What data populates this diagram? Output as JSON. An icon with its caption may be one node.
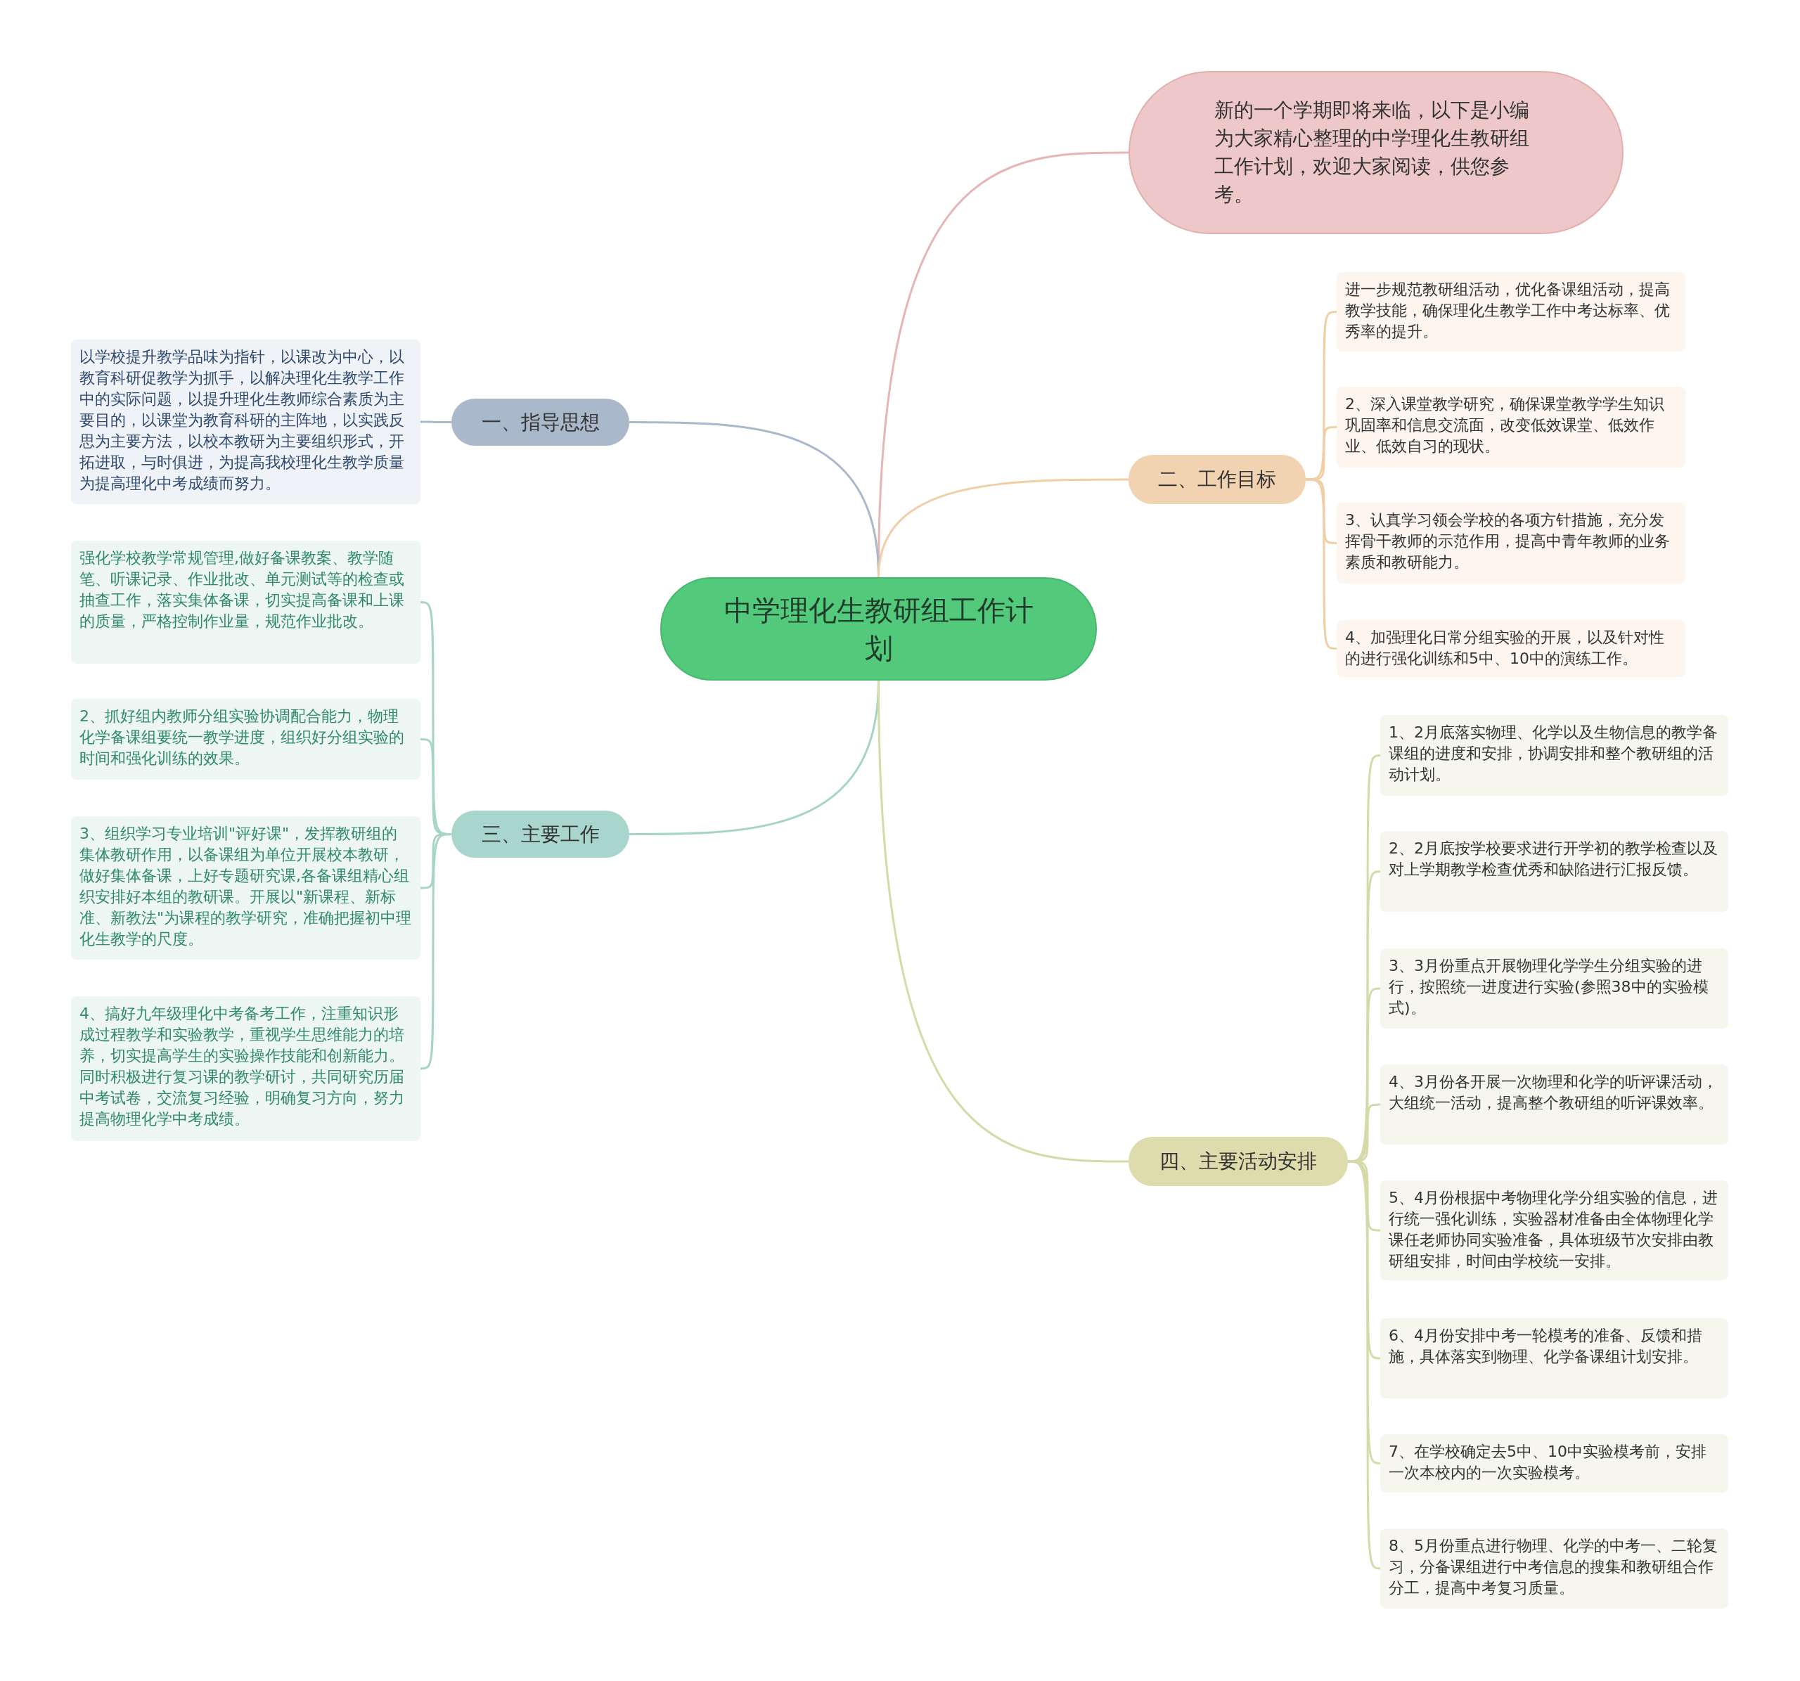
{
  "diagram": {
    "nodes": [
      {
        "text": [
          "中学理化生教研组工作计划"
        ]
      },
      {
        "text": [
          "新的一个学期即将来临，以下是小编为大家精心整理的中学理化生教研组工作计划，欢迎大家阅读，供您参考。"
        ]
      },
      {
        "text": [
          "一、指导思想"
        ]
      },
      {
        "text": [
          "以学校提升教学品味为指针，以课改为中心，以教育科研促教学为抓手，以解决理化生教学工作中的实际问题，以提升理化生教师综合素质为主要目的，以课堂为教育科研的主阵地，以实践反思为主要方法，以校本教研为主要组织形式，开拓进取，与时俱进，为提高我校理化生教学质量为提高理化中考成绩而努力。"
        ]
      },
      {
        "text": [
          "二、工作目标"
        ]
      },
      {
        "text": [
          "进一步规范教研组活动，优化备课组活动，提高教学技能，确保理化生教学工作中考达标率、优秀率的提升。"
        ]
      },
      {
        "text": [
          "2、深入课堂教学研究，确保课堂教学学生知识巩固率和信息交流面，改变低效课堂、低效作业、低效自习的现状。"
        ]
      },
      {
        "text": [
          "3、认真学习领会学校的各项方针措施，充分发挥骨干教师的示范作用，提高中青年教师的业务素质和教研能力。"
        ]
      },
      {
        "text": [
          "4、加强理化日常分组实验的开展，以及针对性的进行强化训练和5中、10中的演练工作。"
        ]
      },
      {
        "text": [
          "三、主要工作"
        ]
      },
      {
        "text": [
          "强化学校教学常规管理,做好备课教案、教学随笔、听课记录、作业批改、单元测试等的检查或抽查工作，落实集体备课，切实提高备课和上课的质量，严格控制作业量，规范作业批改。"
        ]
      },
      {
        "text": [
          "2、抓好组内教师分组实验协调配合能力，物理化学备课组要统一教学进度，组织好分组实验的时间和强化训练的效果。"
        ]
      },
      {
        "text": [
          "3、组织学习专业培训\"评好课\"，发挥教研组的集体教研作用，以备课组为单位开展校本教研，做好集体备课，上好专题研究课,各备课组精心组织安排好本组的教研课。开展以\"新课程、新标准、新教法\"为课程的教学研究，准确把握初中理化生教学的尺度。"
        ]
      },
      {
        "text": [
          "4、搞好九年级理化中考备考工作，注重知识形成过程教学和实验教学，重视学生思维能力的培养，切实提高学生的实验操作技能和创新能力。同时积极进行复习课的教学研讨，共同研究历届中考试卷，交流复习经验，明确复习方向，努力提高物理化学中考成绩。"
        ]
      },
      {
        "text": [
          "四、主要活动安排"
        ]
      },
      {
        "text": [
          "1、2月底落实物理、化学以及生物信息的教学备课组的进度和安排，协调安排和整个教研组的活动计划。"
        ]
      },
      {
        "text": [
          "2、2月底按学校要求进行开学初的教学检查以及对上学期教学检查优秀和缺陷进行汇报反馈。"
        ]
      },
      {
        "text": [
          "3、3月份重点开展物理化学学生分组实验的进行，按照统一进度进行实验(参照38中的实验模式)。"
        ]
      },
      {
        "text": [
          "4、3月份各开展一次物理和化学的听评课活动，大组统一活动，提高整个教研组的听评课效率。"
        ]
      },
      {
        "text": [
          "5、4月份根据中考物理化学分组实验的信息，进行统一强化训练，实验器材准备由全体物理化学课任老师协同实验准备，具体班级节次安排由教研组安排，时间由学校统一安排。"
        ]
      },
      {
        "text": [
          "6、4月份安排中考一轮模考的准备、反馈和措施，具体落实到物理、化学备课组计划安排。"
        ]
      },
      {
        "text": [
          "7、在学校确定去5中、10中实验模考前，安排一次本校内的一次实验模考。"
        ]
      },
      {
        "text": [
          "8、5月份重点进行物理、化学的中考一、二轮复习，分备课组进行中考信息的搜集和教研组合作分工，提高中考复习质量。"
        ]
      }
    ],
    "edges": [
      {
        "from": 0,
        "to": 1,
        "arrow": "none",
        "color": "#e6b5b5"
      },
      {
        "from": 0,
        "to": 2,
        "arrow": "none",
        "color": "#a9b8cb"
      },
      {
        "from": 2,
        "to": 3,
        "arrow": "none",
        "color": "#a9b8cb"
      },
      {
        "from": 0,
        "to": 4,
        "arrow": "none",
        "color": "#f0cfa6"
      },
      {
        "from": 4,
        "to": 5,
        "arrow": "none",
        "color": "#f0cfa6"
      },
      {
        "from": 4,
        "to": 6,
        "arrow": "none",
        "color": "#f0cfa6"
      },
      {
        "from": 4,
        "to": 7,
        "arrow": "none",
        "color": "#f0cfa6"
      },
      {
        "from": 4,
        "to": 8,
        "arrow": "none",
        "color": "#f0cfa6"
      },
      {
        "from": 0,
        "to": 9,
        "arrow": "none",
        "color": "#a6d4c8"
      },
      {
        "from": 9,
        "to": 10,
        "arrow": "none",
        "color": "#a6d4c8"
      },
      {
        "from": 9,
        "to": 11,
        "arrow": "none",
        "color": "#a6d4c8"
      },
      {
        "from": 9,
        "to": 12,
        "arrow": "none",
        "color": "#a6d4c8"
      },
      {
        "from": 9,
        "to": 13,
        "arrow": "none",
        "color": "#a6d4c8"
      },
      {
        "from": 0,
        "to": 14,
        "arrow": "none",
        "color": "#d6d9a8"
      },
      {
        "from": 14,
        "to": 15,
        "arrow": "none",
        "color": "#d6d9a8"
      },
      {
        "from": 14,
        "to": 16,
        "arrow": "none",
        "color": "#d6d9a8"
      },
      {
        "from": 14,
        "to": 17,
        "arrow": "none",
        "color": "#d6d9a8"
      },
      {
        "from": 14,
        "to": 18,
        "arrow": "none",
        "color": "#d6d9a8"
      },
      {
        "from": 14,
        "to": 19,
        "arrow": "none",
        "color": "#d6d9a8"
      },
      {
        "from": 14,
        "to": 20,
        "arrow": "none",
        "color": "#d6d9a8"
      },
      {
        "from": 14,
        "to": 21,
        "arrow": "none",
        "color": "#d6d9a8"
      },
      {
        "from": 14,
        "to": 22,
        "arrow": "none",
        "color": "#d6d9a8"
      }
    ]
  }
}
